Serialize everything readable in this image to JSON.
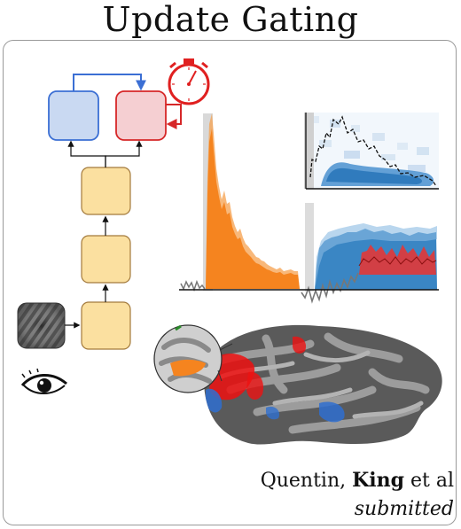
{
  "title": "Update Gating",
  "credit": {
    "authors_first": "Quentin,",
    "authors_bold": "King",
    "authors_rest": "et al",
    "status": "submitted"
  },
  "colors": {
    "blue_box": "#c9d9f2",
    "blue_stroke": "#3b6fd4",
    "red_box": "#f5cfd2",
    "red_stroke": "#d62728",
    "yellow_box": "#fbe0a0",
    "yellow_stroke": "#a37a3c",
    "orange": "#f5841f",
    "timecourse_blue": "#2f7fc1",
    "timecourse_red": "#e03a3a"
  },
  "icons": [
    "stimulus-grating-icon",
    "eye-icon",
    "stopwatch-icon"
  ]
}
